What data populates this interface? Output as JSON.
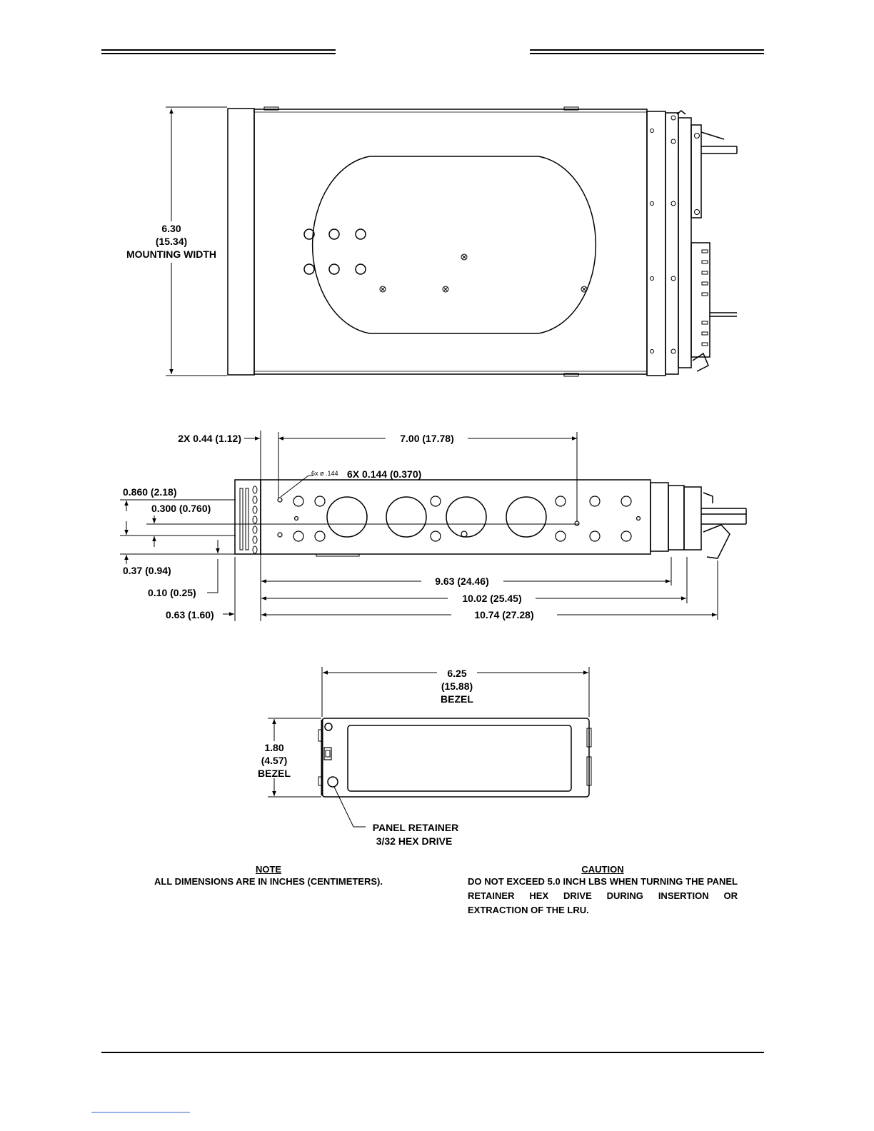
{
  "top_view": {
    "width_in": "6.30",
    "width_cm": "(15.34)",
    "width_label": "MOUNTING  WIDTH"
  },
  "side_view": {
    "dim_2x": "2X  0.44  (1.12)",
    "dim_700": "7.00  (17.78)",
    "hole_callout_small": "6x  ø  .144",
    "hole_callout": "6X  0.144  (0.370)",
    "dim_0860": "0.860  (2.18)",
    "dim_0300": "0.300  (0.760)",
    "dim_037": "0.37  (0.94)",
    "dim_010": "0.10  (0.25)",
    "dim_063": "0.63  (1.60)",
    "dim_963": "9.63  (24.46)",
    "dim_1002": "10.02  (25.45)",
    "dim_1074": "10.74  (27.28)"
  },
  "front_view": {
    "width_in": "6.25",
    "width_cm": "(15.88)",
    "width_label": "BEZEL",
    "height_in": "1.80",
    "height_cm": "(4.57)",
    "height_label": "BEZEL",
    "retainer_line1": "PANEL  RETAINER",
    "retainer_line2": "3/32  HEX  DRIVE"
  },
  "note": {
    "title": "NOTE",
    "body": "ALL DIMENSIONS ARE IN INCHES (CENTIMETERS)."
  },
  "caution": {
    "title": "CAUTION",
    "body": "DO NOT EXCEED 5.0 INCH LBS WHEN TURNING THE PANEL RETAINER HEX DRIVE DURING INSERTION OR EXTRACTION OF THE LRU."
  }
}
